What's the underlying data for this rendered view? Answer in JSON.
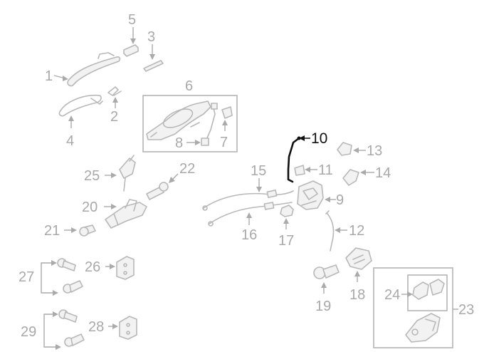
{
  "diagram": {
    "highlighted_part": "10",
    "labels": [
      "1",
      "2",
      "3",
      "4",
      "5",
      "6",
      "7",
      "8",
      "9",
      "10",
      "11",
      "12",
      "13",
      "14",
      "15",
      "16",
      "17",
      "18",
      "19",
      "20",
      "21",
      "22",
      "23",
      "24",
      "25",
      "26",
      "27",
      "28",
      "29"
    ]
  }
}
